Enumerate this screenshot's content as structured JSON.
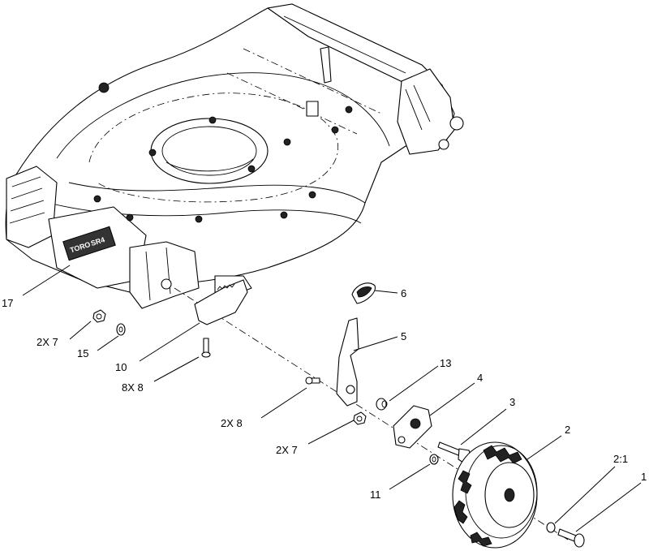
{
  "callouts": [
    {
      "id": "17",
      "text": "17"
    },
    {
      "id": "2x7a",
      "text": "2X 7"
    },
    {
      "id": "15",
      "text": "15"
    },
    {
      "id": "10",
      "text": "10"
    },
    {
      "id": "8x8",
      "text": "8X 8"
    },
    {
      "id": "6",
      "text": "6"
    },
    {
      "id": "5",
      "text": "5"
    },
    {
      "id": "13",
      "text": "13"
    },
    {
      "id": "4",
      "text": "4"
    },
    {
      "id": "3",
      "text": "3"
    },
    {
      "id": "2x8",
      "text": "2X 8"
    },
    {
      "id": "2x7b",
      "text": "2X 7"
    },
    {
      "id": "2",
      "text": "2"
    },
    {
      "id": "2-1",
      "text": "2:1"
    },
    {
      "id": "1",
      "text": "1"
    },
    {
      "id": "11",
      "text": "11"
    }
  ],
  "brand": {
    "name": "TORO",
    "model": "SR4"
  }
}
